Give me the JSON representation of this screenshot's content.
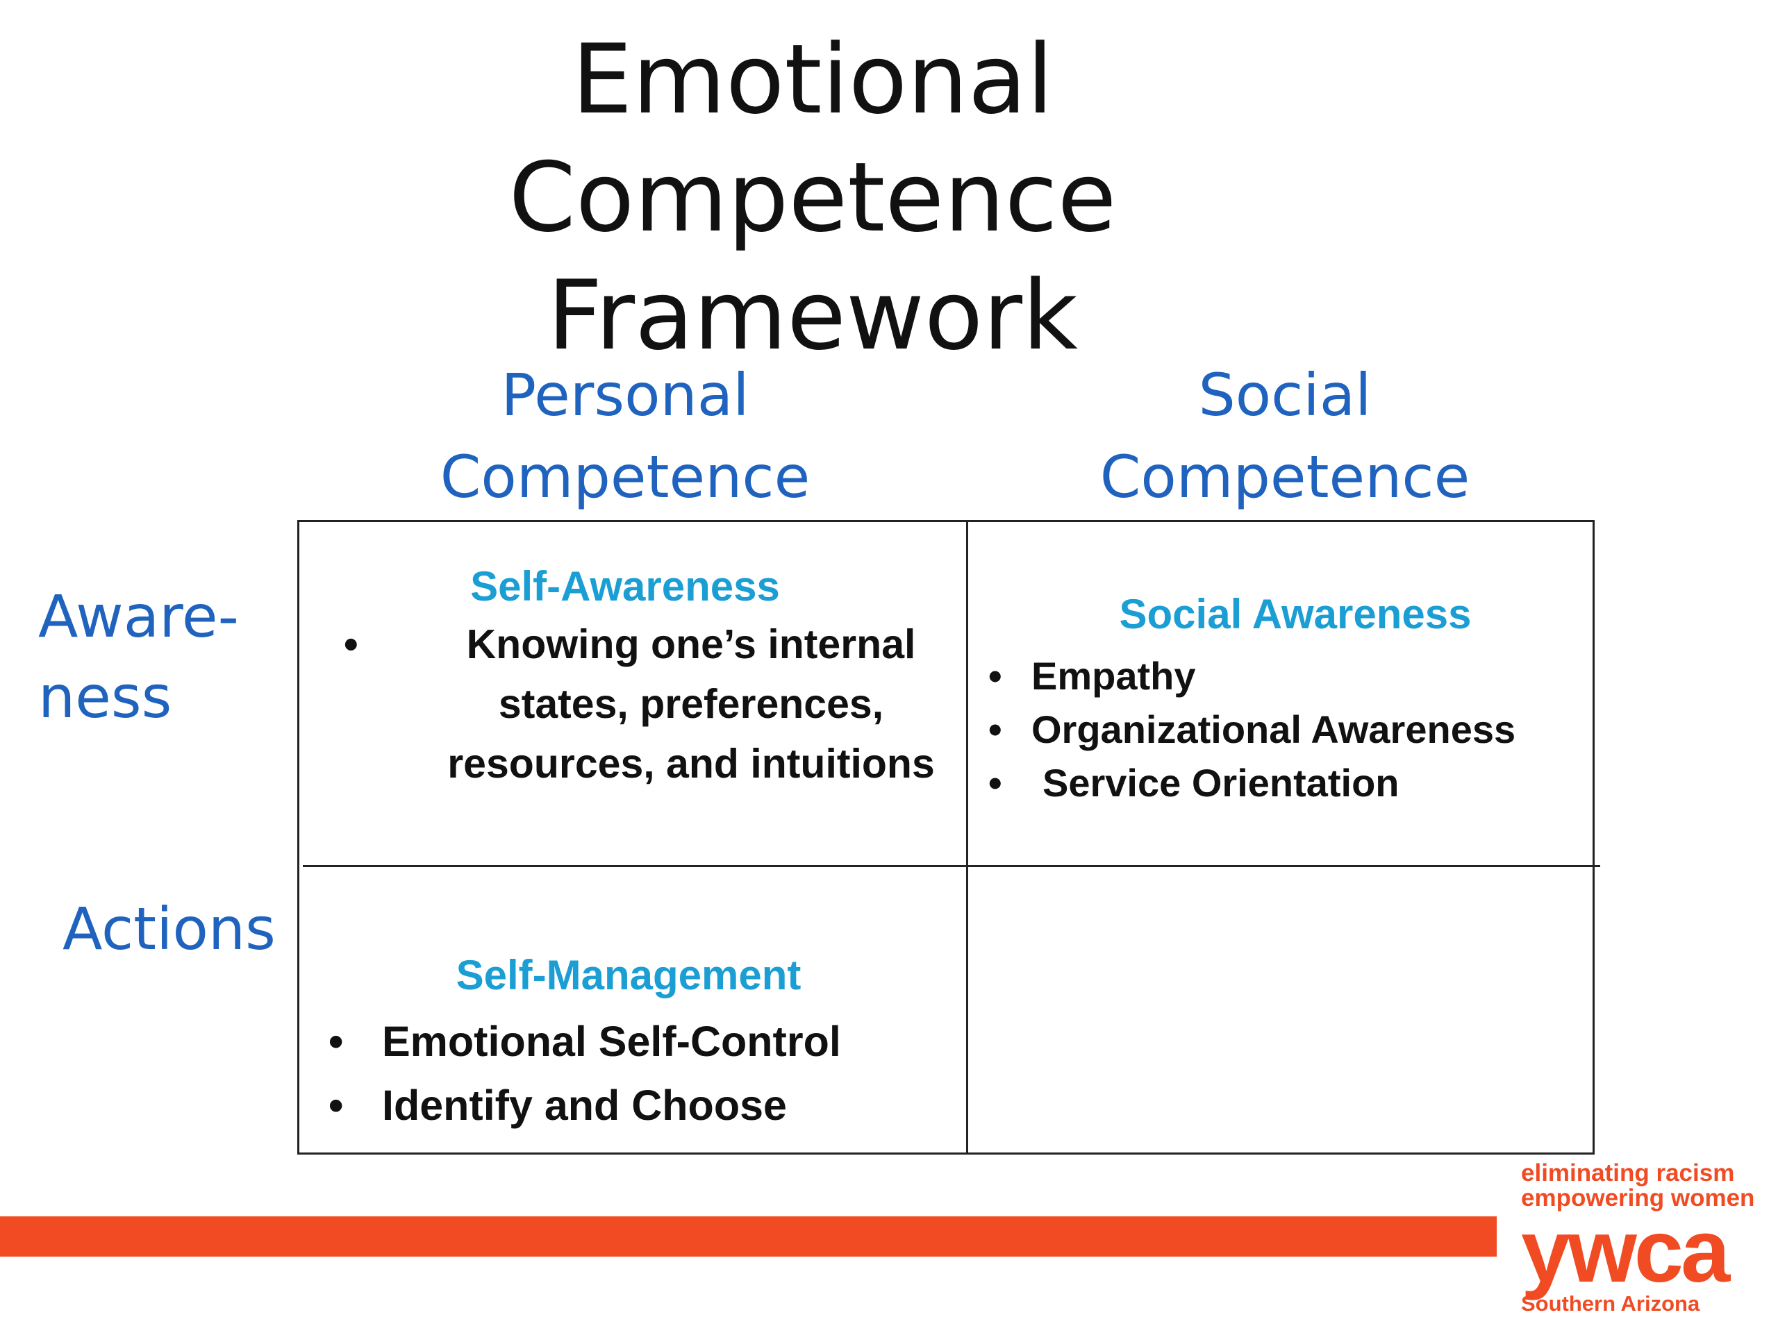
{
  "title": {
    "line1": "Emotional Competence",
    "line2": "Framework"
  },
  "columns": {
    "personal": {
      "line1": "Personal",
      "line2": "Competence"
    },
    "social": {
      "line1": "Social",
      "line2": "Competence"
    }
  },
  "rows": {
    "awareness": {
      "line1": "Aware-",
      "line2": "ness"
    },
    "actions": "Actions"
  },
  "cells": {
    "self_awareness": {
      "heading": "Self-Awareness",
      "bullets": [
        "Knowing one’s internal states, preferences, resources, and intuitions"
      ]
    },
    "social_awareness": {
      "heading": "Social Awareness",
      "bullets": [
        "Empathy",
        "Organizational Awareness",
        "Service Orientation"
      ]
    },
    "self_management": {
      "heading": "Self-Management",
      "bullets": [
        "Emotional Self-Control",
        "Identify and Choose"
      ]
    }
  },
  "bullet_glyph": "•",
  "logo": {
    "tagline1": "eliminating racism",
    "tagline2": "empowering women",
    "brand": "ywca",
    "region": "Southern Arizona"
  },
  "colors": {
    "heading_blue": "#1f63be",
    "cell_heading_blue": "#1b9ed4",
    "brand_orange": "#f04b23"
  }
}
